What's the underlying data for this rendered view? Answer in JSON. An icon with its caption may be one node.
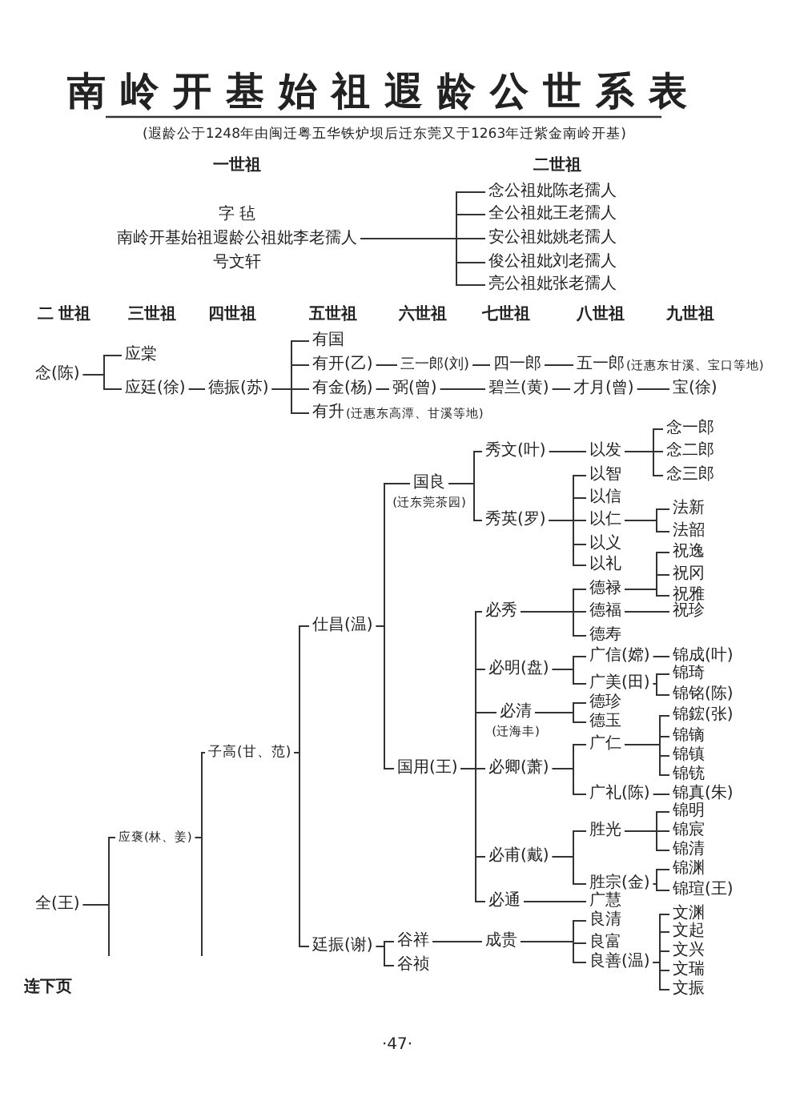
{
  "diagram": {
    "title": "南岭开基始祖遐龄公世系表",
    "nodes": [
      {
        "text": [
          "字 毡",
          "南岭开基始祖遐龄公祖妣李老孺人",
          "号文轩"
        ]
      },
      {
        "text": [
          "念公祖妣陈老孺人"
        ]
      },
      {
        "text": [
          "全公祖妣王老孺人"
        ]
      },
      {
        "text": [
          "安公祖妣姚老孺人"
        ]
      },
      {
        "text": [
          "俊公祖妣刘老孺人"
        ]
      },
      {
        "text": [
          "亮公祖妣张老孺人"
        ]
      },
      {
        "text": [
          "念(陈)"
        ]
      },
      {
        "text": [
          "应棠"
        ]
      },
      {
        "text": [
          "应廷(徐)"
        ]
      },
      {
        "text": [
          "德振(苏)"
        ]
      },
      {
        "text": [
          "有国"
        ]
      },
      {
        "text": [
          "有开(乙)"
        ]
      },
      {
        "text": [
          "三一郎(刘)"
        ]
      },
      {
        "text": [
          "四一郎"
        ]
      },
      {
        "text": [
          "五一郎"
        ],
        "beside": [
          "(迁惠东甘溪、宝口等地)"
        ]
      },
      {
        "text": [
          "有金(杨)"
        ]
      },
      {
        "text": [
          "弼(曾)"
        ]
      },
      {
        "text": [
          "碧兰(黄)"
        ]
      },
      {
        "text": [
          "才月(曾)"
        ]
      },
      {
        "text": [
          "宝(徐)"
        ]
      },
      {
        "text": [
          "有升"
        ],
        "beside": [
          "(迁惠东高潭、甘溪等地)"
        ]
      },
      {
        "text": [
          "全(王)"
        ]
      },
      {
        "text": [
          "应褒(林、姜)"
        ]
      },
      {
        "text": [
          "子高(甘、范)"
        ]
      },
      {
        "text": [
          "仕昌(温)"
        ]
      },
      {
        "text": [
          "国良"
        ],
        "beside": [
          "(迁东莞茶园)"
        ]
      },
      {
        "text": [
          "秀文(叶)"
        ]
      },
      {
        "text": [
          "以发"
        ]
      },
      {
        "text": [
          "念一郎"
        ]
      },
      {
        "text": [
          "念二郎"
        ]
      },
      {
        "text": [
          "念三郎"
        ]
      },
      {
        "text": [
          "秀英(罗)"
        ]
      },
      {
        "text": [
          "以智"
        ]
      },
      {
        "text": [
          "以信"
        ]
      },
      {
        "text": [
          "以仁"
        ]
      },
      {
        "text": [
          "法新"
        ]
      },
      {
        "text": [
          "法韶"
        ]
      },
      {
        "text": [
          "以义"
        ]
      },
      {
        "text": [
          "以礼"
        ]
      },
      {
        "text": [
          "国用(王)"
        ]
      },
      {
        "text": [
          "必秀"
        ]
      },
      {
        "text": [
          "德禄"
        ]
      },
      {
        "text": [
          "祝逸"
        ]
      },
      {
        "text": [
          "祝冈"
        ]
      },
      {
        "text": [
          "祝雅"
        ]
      },
      {
        "text": [
          "德福"
        ]
      },
      {
        "text": [
          "祝珍"
        ]
      },
      {
        "text": [
          "德寿"
        ]
      },
      {
        "text": [
          "必明(盘)"
        ]
      },
      {
        "text": [
          "广信(嫦)"
        ]
      },
      {
        "text": [
          "锦成(叶)"
        ]
      },
      {
        "text": [
          "广美(田)"
        ]
      },
      {
        "text": [
          "锦琦"
        ]
      },
      {
        "text": [
          "锦铭(陈)"
        ]
      },
      {
        "text": [
          "必清"
        ],
        "beside": [
          "(迁海丰)"
        ]
      },
      {
        "text": [
          "德珍"
        ]
      },
      {
        "text": [
          "德玉"
        ]
      },
      {
        "text": [
          "必卿(萧)"
        ]
      },
      {
        "text": [
          "广仁"
        ]
      },
      {
        "text": [
          "锦鋐(张)"
        ]
      },
      {
        "text": [
          "锦镝"
        ]
      },
      {
        "text": [
          "锦镇"
        ]
      },
      {
        "text": [
          "锦铳"
        ]
      },
      {
        "text": [
          "广礼(陈)"
        ]
      },
      {
        "text": [
          "锦真(朱)"
        ]
      },
      {
        "text": [
          "必甫(戴)"
        ]
      },
      {
        "text": [
          "胜光"
        ]
      },
      {
        "text": [
          "锦明"
        ]
      },
      {
        "text": [
          "锦宸"
        ]
      },
      {
        "text": [
          "锦清"
        ]
      },
      {
        "text": [
          "胜宗(金)"
        ]
      },
      {
        "text": [
          "锦渊"
        ]
      },
      {
        "text": [
          "锦瑄(王)"
        ]
      },
      {
        "text": [
          "必通"
        ]
      },
      {
        "text": [
          "广慧"
        ]
      },
      {
        "text": [
          "廷振(谢)"
        ]
      },
      {
        "text": [
          "谷祥"
        ]
      },
      {
        "text": [
          "成贵"
        ]
      },
      {
        "text": [
          "良清"
        ]
      },
      {
        "text": [
          "良富"
        ]
      },
      {
        "text": [
          "良善(温)"
        ]
      },
      {
        "text": [
          "文渊"
        ]
      },
      {
        "text": [
          "文起"
        ]
      },
      {
        "text": [
          "文兴"
        ]
      },
      {
        "text": [
          "文瑞"
        ]
      },
      {
        "text": [
          "文振"
        ]
      },
      {
        "text": [
          "谷祯"
        ]
      }
    ],
    "edges": [
      {
        "from": 0,
        "to": 1,
        "arrow": "none"
      },
      {
        "from": 0,
        "to": 2,
        "arrow": "none"
      },
      {
        "from": 0,
        "to": 3,
        "arrow": "none"
      },
      {
        "from": 0,
        "to": 4,
        "arrow": "none"
      },
      {
        "from": 0,
        "to": 5,
        "arrow": "none"
      },
      {
        "from": 6,
        "to": 7,
        "arrow": "none"
      },
      {
        "from": 6,
        "to": 8,
        "arrow": "none"
      },
      {
        "from": 8,
        "to": 9,
        "arrow": "none"
      },
      {
        "from": 9,
        "to": 10,
        "arrow": "none"
      },
      {
        "from": 9,
        "to": 11,
        "arrow": "none"
      },
      {
        "from": 9,
        "to": 15,
        "arrow": "none"
      },
      {
        "from": 9,
        "to": 20,
        "arrow": "none"
      },
      {
        "from": 11,
        "to": 12,
        "arrow": "none"
      },
      {
        "from": 12,
        "to": 13,
        "arrow": "none"
      },
      {
        "from": 13,
        "to": 14,
        "arrow": "none"
      },
      {
        "from": 15,
        "to": 16,
        "arrow": "none"
      },
      {
        "from": 16,
        "to": 17,
        "arrow": "none"
      },
      {
        "from": 17,
        "to": 18,
        "arrow": "none"
      },
      {
        "from": 18,
        "to": 19,
        "arrow": "none"
      },
      {
        "from": 21,
        "to": 22,
        "arrow": "none"
      },
      {
        "from": 21,
        "to": null,
        "arrow": "none"
      },
      {
        "from": 22,
        "to": 23,
        "arrow": "none"
      },
      {
        "from": 22,
        "to": null,
        "arrow": "none"
      },
      {
        "from": 23,
        "to": 24,
        "arrow": "none"
      },
      {
        "from": 23,
        "to": 75,
        "arrow": "none"
      },
      {
        "from": 24,
        "to": 25,
        "arrow": "none"
      },
      {
        "from": 24,
        "to": 39,
        "arrow": "none"
      },
      {
        "from": 25,
        "to": 26,
        "arrow": "none"
      },
      {
        "from": 25,
        "to": 31,
        "arrow": "none"
      },
      {
        "from": 26,
        "to": 27,
        "arrow": "none"
      },
      {
        "from": 27,
        "to": 28,
        "arrow": "none"
      },
      {
        "from": 27,
        "to": 29,
        "arrow": "none"
      },
      {
        "from": 27,
        "to": 30,
        "arrow": "none"
      },
      {
        "from": 31,
        "to": 32,
        "arrow": "none"
      },
      {
        "from": 31,
        "to": 33,
        "arrow": "none"
      },
      {
        "from": 31,
        "to": 34,
        "arrow": "none"
      },
      {
        "from": 31,
        "to": 37,
        "arrow": "none"
      },
      {
        "from": 31,
        "to": 38,
        "arrow": "none"
      },
      {
        "from": 34,
        "to": 35,
        "arrow": "none"
      },
      {
        "from": 34,
        "to": 36,
        "arrow": "none"
      },
      {
        "from": 39,
        "to": 40,
        "arrow": "none"
      },
      {
        "from": 39,
        "to": 48,
        "arrow": "none"
      },
      {
        "from": 39,
        "to": 54,
        "arrow": "none"
      },
      {
        "from": 39,
        "to": 57,
        "arrow": "none"
      },
      {
        "from": 39,
        "to": 65,
        "arrow": "none"
      },
      {
        "from": 39,
        "to": 73,
        "arrow": "none"
      },
      {
        "from": 40,
        "to": 41,
        "arrow": "none"
      },
      {
        "from": 40,
        "to": 45,
        "arrow": "none"
      },
      {
        "from": 40,
        "to": 47,
        "arrow": "none"
      },
      {
        "from": 41,
        "to": 42,
        "arrow": "none"
      },
      {
        "from": 41,
        "to": 43,
        "arrow": "none"
      },
      {
        "from": 41,
        "to": 44,
        "arrow": "none"
      },
      {
        "from": 45,
        "to": 46,
        "arrow": "none"
      },
      {
        "from": 48,
        "to": 49,
        "arrow": "none"
      },
      {
        "from": 48,
        "to": 51,
        "arrow": "none"
      },
      {
        "from": 49,
        "to": 50,
        "arrow": "none"
      },
      {
        "from": 51,
        "to": 52,
        "arrow": "none"
      },
      {
        "from": 51,
        "to": 53,
        "arrow": "none"
      },
      {
        "from": 54,
        "to": 55,
        "arrow": "none"
      },
      {
        "from": 54,
        "to": 56,
        "arrow": "none"
      },
      {
        "from": 57,
        "to": 58,
        "arrow": "none"
      },
      {
        "from": 57,
        "to": 63,
        "arrow": "none"
      },
      {
        "from": 58,
        "to": 59,
        "arrow": "none"
      },
      {
        "from": 58,
        "to": 60,
        "arrow": "none"
      },
      {
        "from": 58,
        "to": 61,
        "arrow": "none"
      },
      {
        "from": 58,
        "to": 62,
        "arrow": "none"
      },
      {
        "from": 63,
        "to": 64,
        "arrow": "none"
      },
      {
        "from": 65,
        "to": 66,
        "arrow": "none"
      },
      {
        "from": 65,
        "to": 70,
        "arrow": "none"
      },
      {
        "from": 66,
        "to": 67,
        "arrow": "none"
      },
      {
        "from": 66,
        "to": 68,
        "arrow": "none"
      },
      {
        "from": 66,
        "to": 69,
        "arrow": "none"
      },
      {
        "from": 70,
        "to": 71,
        "arrow": "none"
      },
      {
        "from": 70,
        "to": 72,
        "arrow": "none"
      },
      {
        "from": 73,
        "to": 74,
        "arrow": "none"
      },
      {
        "from": 75,
        "to": 76,
        "arrow": "none"
      },
      {
        "from": 75,
        "to": 86,
        "arrow": "none"
      },
      {
        "from": 76,
        "to": 77,
        "arrow": "none"
      },
      {
        "from": 77,
        "to": 78,
        "arrow": "none"
      },
      {
        "from": 77,
        "to": 79,
        "arrow": "none"
      },
      {
        "from": 77,
        "to": 80,
        "arrow": "none"
      },
      {
        "from": 80,
        "to": 81,
        "arrow": "none"
      },
      {
        "from": 80,
        "to": 82,
        "arrow": "none"
      },
      {
        "from": 80,
        "to": 83,
        "arrow": "none"
      },
      {
        "from": 80,
        "to": 84,
        "arrow": "none"
      },
      {
        "from": 80,
        "to": 85,
        "arrow": "none"
      }
    ],
    "labels": [
      "(遐龄公于1248年由闽迁粤五华铁炉坝后迁东莞又于1263年迁紫金南岭开基)",
      "一世祖",
      "二世祖",
      "二 世祖",
      "三世祖",
      "四世祖",
      "五世祖",
      "六世祖",
      "七世祖",
      "八世祖",
      "九世祖",
      "连下页",
      "·47·"
    ]
  }
}
